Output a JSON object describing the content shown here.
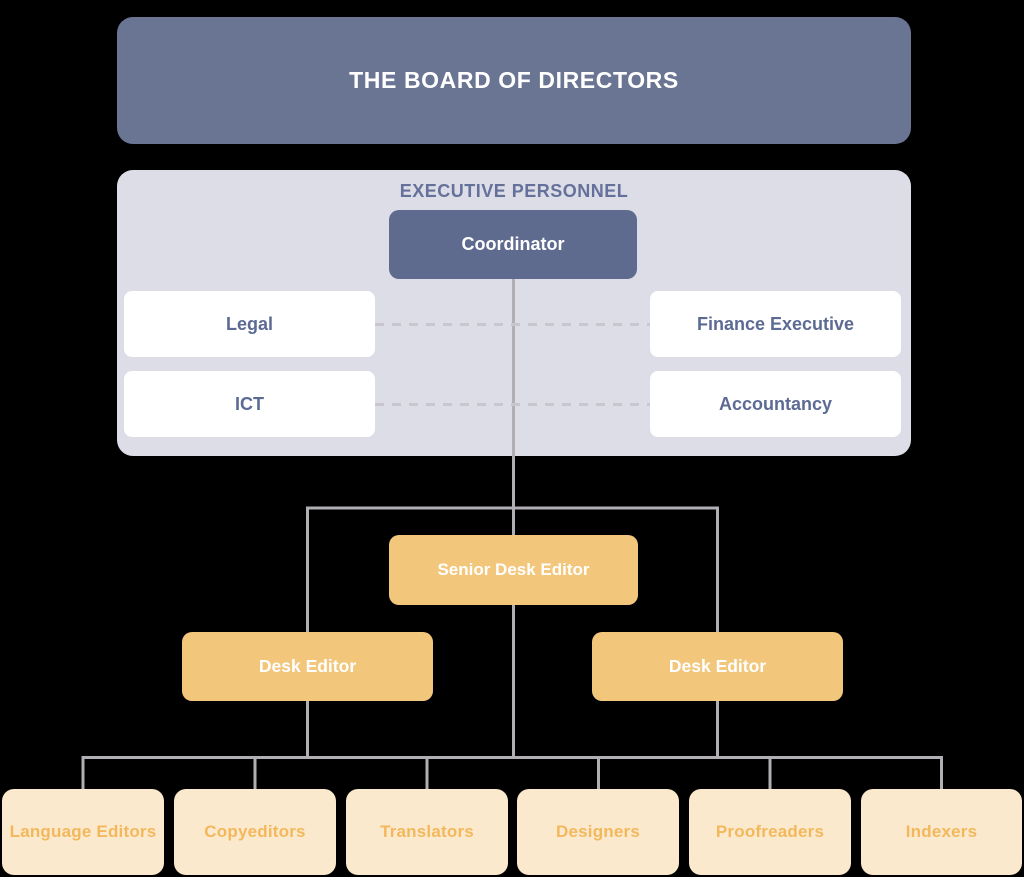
{
  "board": {
    "label": "THE BOARD OF DIRECTORS"
  },
  "executive_panel": {
    "heading": "EXECUTIVE PERSONNEL",
    "coordinator": {
      "label": "Coordinator"
    },
    "members": [
      {
        "label": "Legal"
      },
      {
        "label": "Finance Executive"
      },
      {
        "label": "ICT"
      },
      {
        "label": "Accountancy"
      }
    ]
  },
  "editorial": {
    "senior_desk_editor": {
      "label": "Senior Desk Editor"
    },
    "desk_editors": [
      {
        "label": "Desk Editor"
      },
      {
        "label": "Desk Editor"
      }
    ]
  },
  "teams": [
    {
      "label": "Language Editors"
    },
    {
      "label": "Copyeditors"
    },
    {
      "label": "Translators"
    },
    {
      "label": "Designers"
    },
    {
      "label": "Proofreaders"
    },
    {
      "label": "Indexers"
    }
  ],
  "colors": {
    "board_fill": "#6A7493",
    "coordinator_fill": "#5E6A8E",
    "panel_fill": "#DCDDE7",
    "slate_text": "#5C6B94",
    "heading_text": "#66719B",
    "orange_fill": "#F2C77C",
    "cream_fill": "#FBE9CD",
    "orange_text": "#F3B85C",
    "connector_line": "#B1AEB4",
    "dashed_line": "#C8C6CE",
    "background": "#000000"
  }
}
